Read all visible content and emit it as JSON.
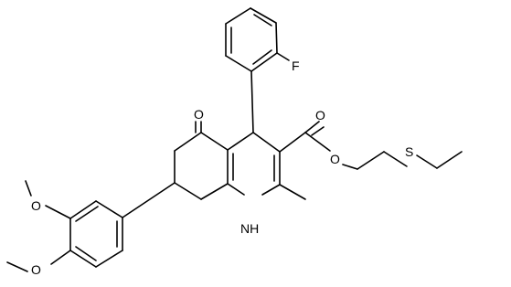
{
  "molecule": {
    "atoms": {
      "fluorine": "F",
      "ketone_oxygen": "O",
      "carbonyl_oxygen": "O",
      "ester_oxygen": "O",
      "sulfur": "S",
      "nitrogen_h": "NH",
      "methoxy_oxygen_upper": "O",
      "methoxy_oxygen_lower": "O"
    }
  }
}
